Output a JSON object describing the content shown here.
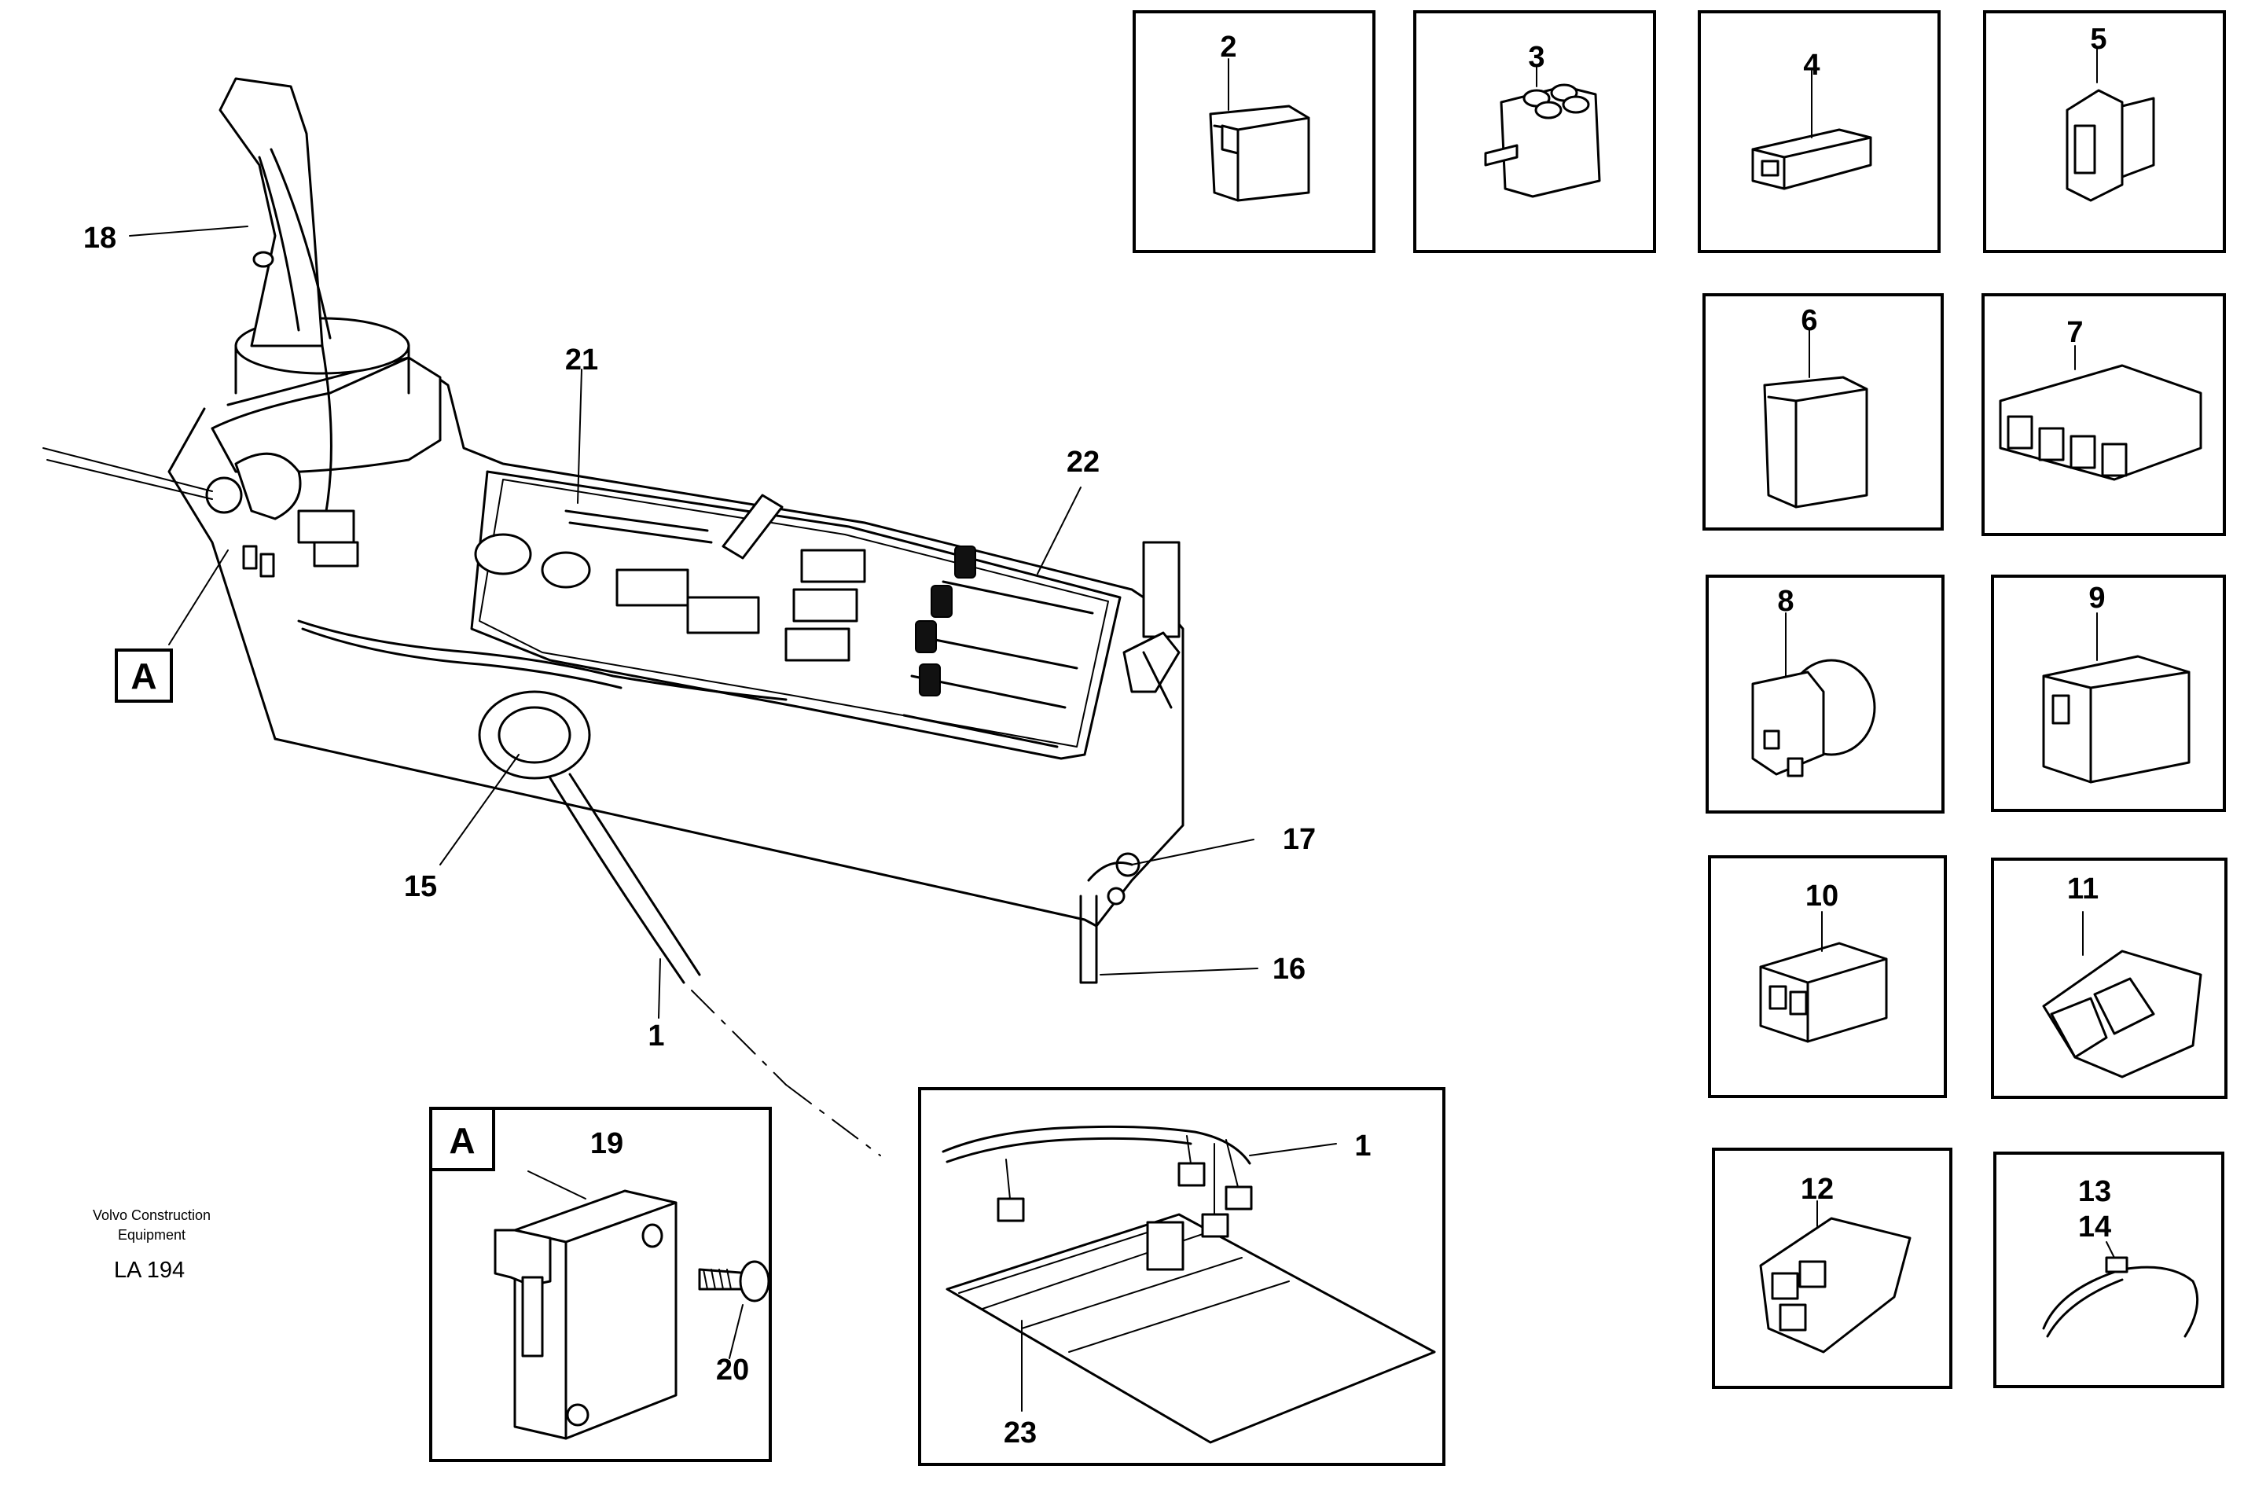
{
  "footer": {
    "maker_line1": "Volvo Construction",
    "maker_line2": "Equipment",
    "code": "LA 194"
  },
  "detail_marker": "A",
  "callouts": {
    "c1_cable": "1",
    "c1_harness": "1",
    "c2": "2",
    "c3": "3",
    "c4": "4",
    "c5": "5",
    "c6": "6",
    "c7": "7",
    "c8": "8",
    "c9": "9",
    "c10": "10",
    "c11": "11",
    "c12": "12",
    "c13": "13",
    "c14": "14",
    "c15": "15",
    "c16": "16",
    "c17": "17",
    "c18": "18",
    "c19": "19",
    "c20": "20",
    "c21": "21",
    "c22": "22",
    "c23": "23"
  }
}
